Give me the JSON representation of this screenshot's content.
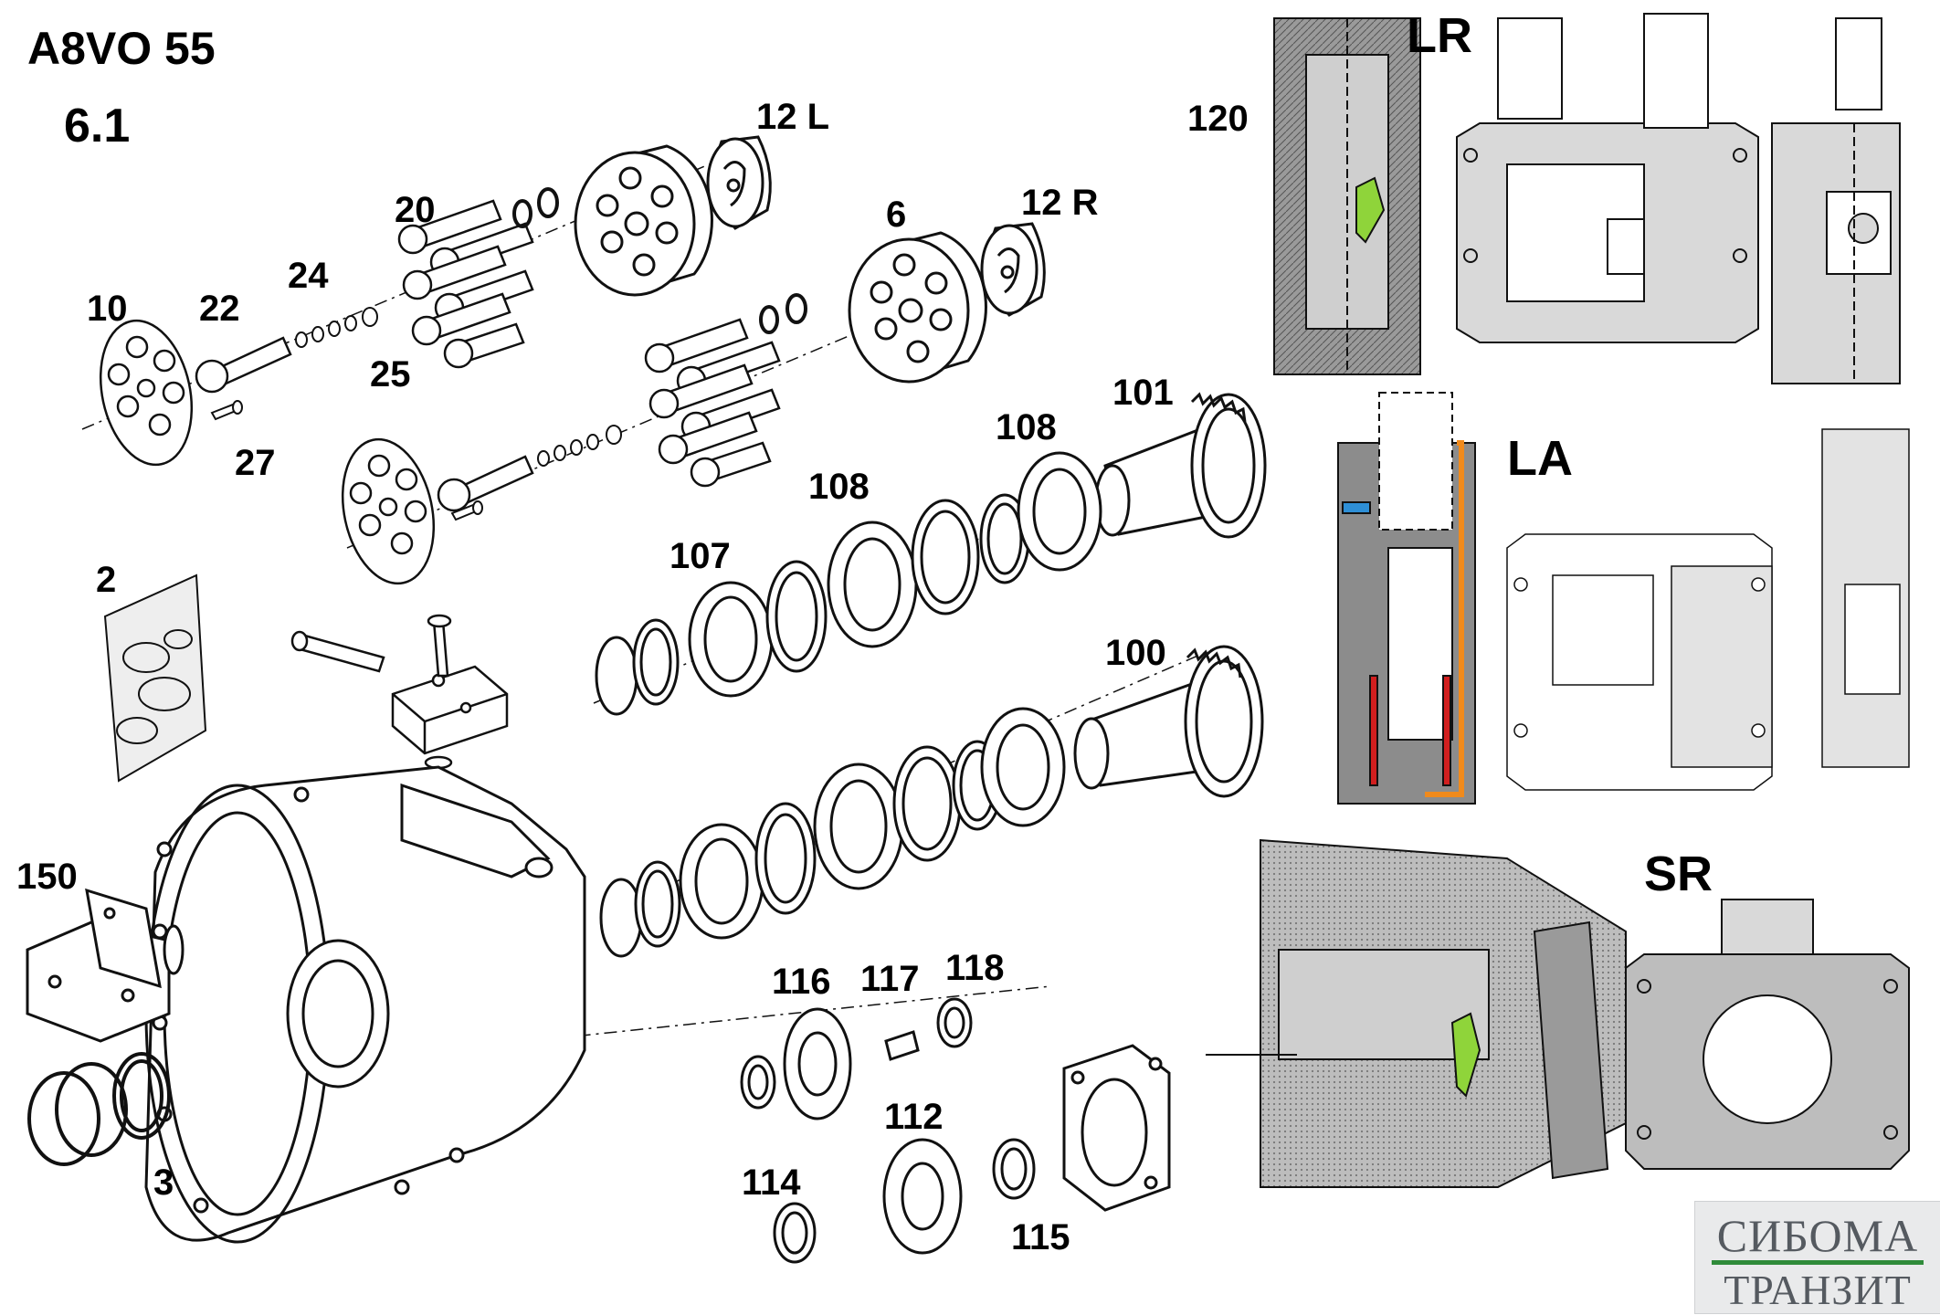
{
  "header": {
    "model": "A8VO 55",
    "sheet": "6.1"
  },
  "part_labels": {
    "p10": "10",
    "p22": "22",
    "p24": "24",
    "p20": "20",
    "p25": "25",
    "p27": "27",
    "p12l": "12 L",
    "p6": "6",
    "p12r": "12 R",
    "p101": "101",
    "p108a": "108",
    "p108b": "108",
    "p107": "107",
    "p100": "100",
    "p2": "2",
    "p150": "150",
    "p3": "3",
    "p116": "116",
    "p117": "117",
    "p118": "118",
    "p112": "112",
    "p114": "114",
    "p115": "115",
    "p120": "120"
  },
  "variant_labels": {
    "lr": "LR",
    "la": "LA",
    "sr": "SR"
  },
  "logo": {
    "line1": "СИБОМА",
    "line2": "ТРАНЗИТ"
  },
  "colors": {
    "line": "#111111",
    "section_gray": "#8c8c8c",
    "light_gray": "#d9d9d9",
    "highlight_green": "#8fd43a",
    "orange": "#f08a1c",
    "blue": "#2e8fd6",
    "red": "#d11f1f",
    "logo_green": "#2f8b3a"
  }
}
